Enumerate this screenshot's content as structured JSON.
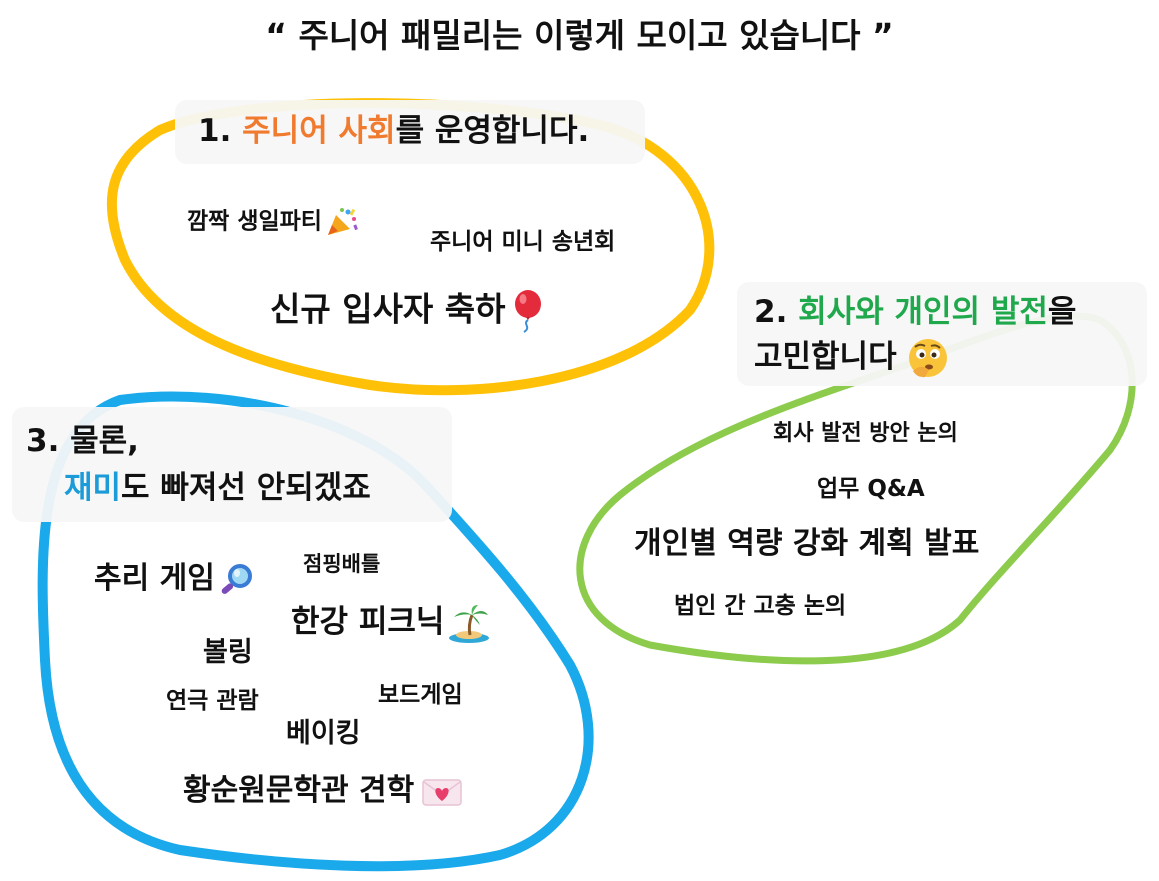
{
  "title": "“ 주니어 패밀리는 이렇게 모이고 있습니다 ”",
  "colors": {
    "yellow": "#FFC107",
    "green": "#8CCB4C",
    "blue": "#1AA9EA",
    "orange": "#F07A2E",
    "green_text": "#1FA84C",
    "blue_text": "#1B9BD7"
  },
  "groups": [
    {
      "heading": {
        "num": "1.",
        "accent": "주니어 사회",
        "rest": "를 운영합니다."
      },
      "items": [
        {
          "text": "깜짝 생일파티",
          "icon": "party-popper-icon"
        },
        {
          "text": "주니어 미니 송년회"
        },
        {
          "text": "신규 입사자 축하",
          "icon": "balloon-icon"
        }
      ]
    },
    {
      "heading": {
        "num": "2.",
        "accent": "회사와 개인의 발전",
        "rest": "을",
        "line2": "고민합니다"
      },
      "heading_icon": "thinking-face-icon",
      "items": [
        {
          "text": "회사 발전 방안 논의"
        },
        {
          "text": "업무 Q&A"
        },
        {
          "text": "개인별 역량 강화 계획 발표"
        },
        {
          "text": "법인 간 고충 논의"
        }
      ]
    },
    {
      "heading": {
        "line1": "3. 물론,",
        "accent": "재미",
        "rest": "도 빠져선 안되겠죠"
      },
      "items": [
        {
          "text": "추리 게임",
          "icon": "magnifying-glass-icon"
        },
        {
          "text": "점핑배틀"
        },
        {
          "text": "한강 피크닉",
          "icon": "desert-island-icon"
        },
        {
          "text": "볼링"
        },
        {
          "text": "연극 관람"
        },
        {
          "text": "보드게임"
        },
        {
          "text": "베이킹"
        },
        {
          "text": "황순원문학관 견학",
          "icon": "love-letter-icon"
        }
      ]
    }
  ]
}
